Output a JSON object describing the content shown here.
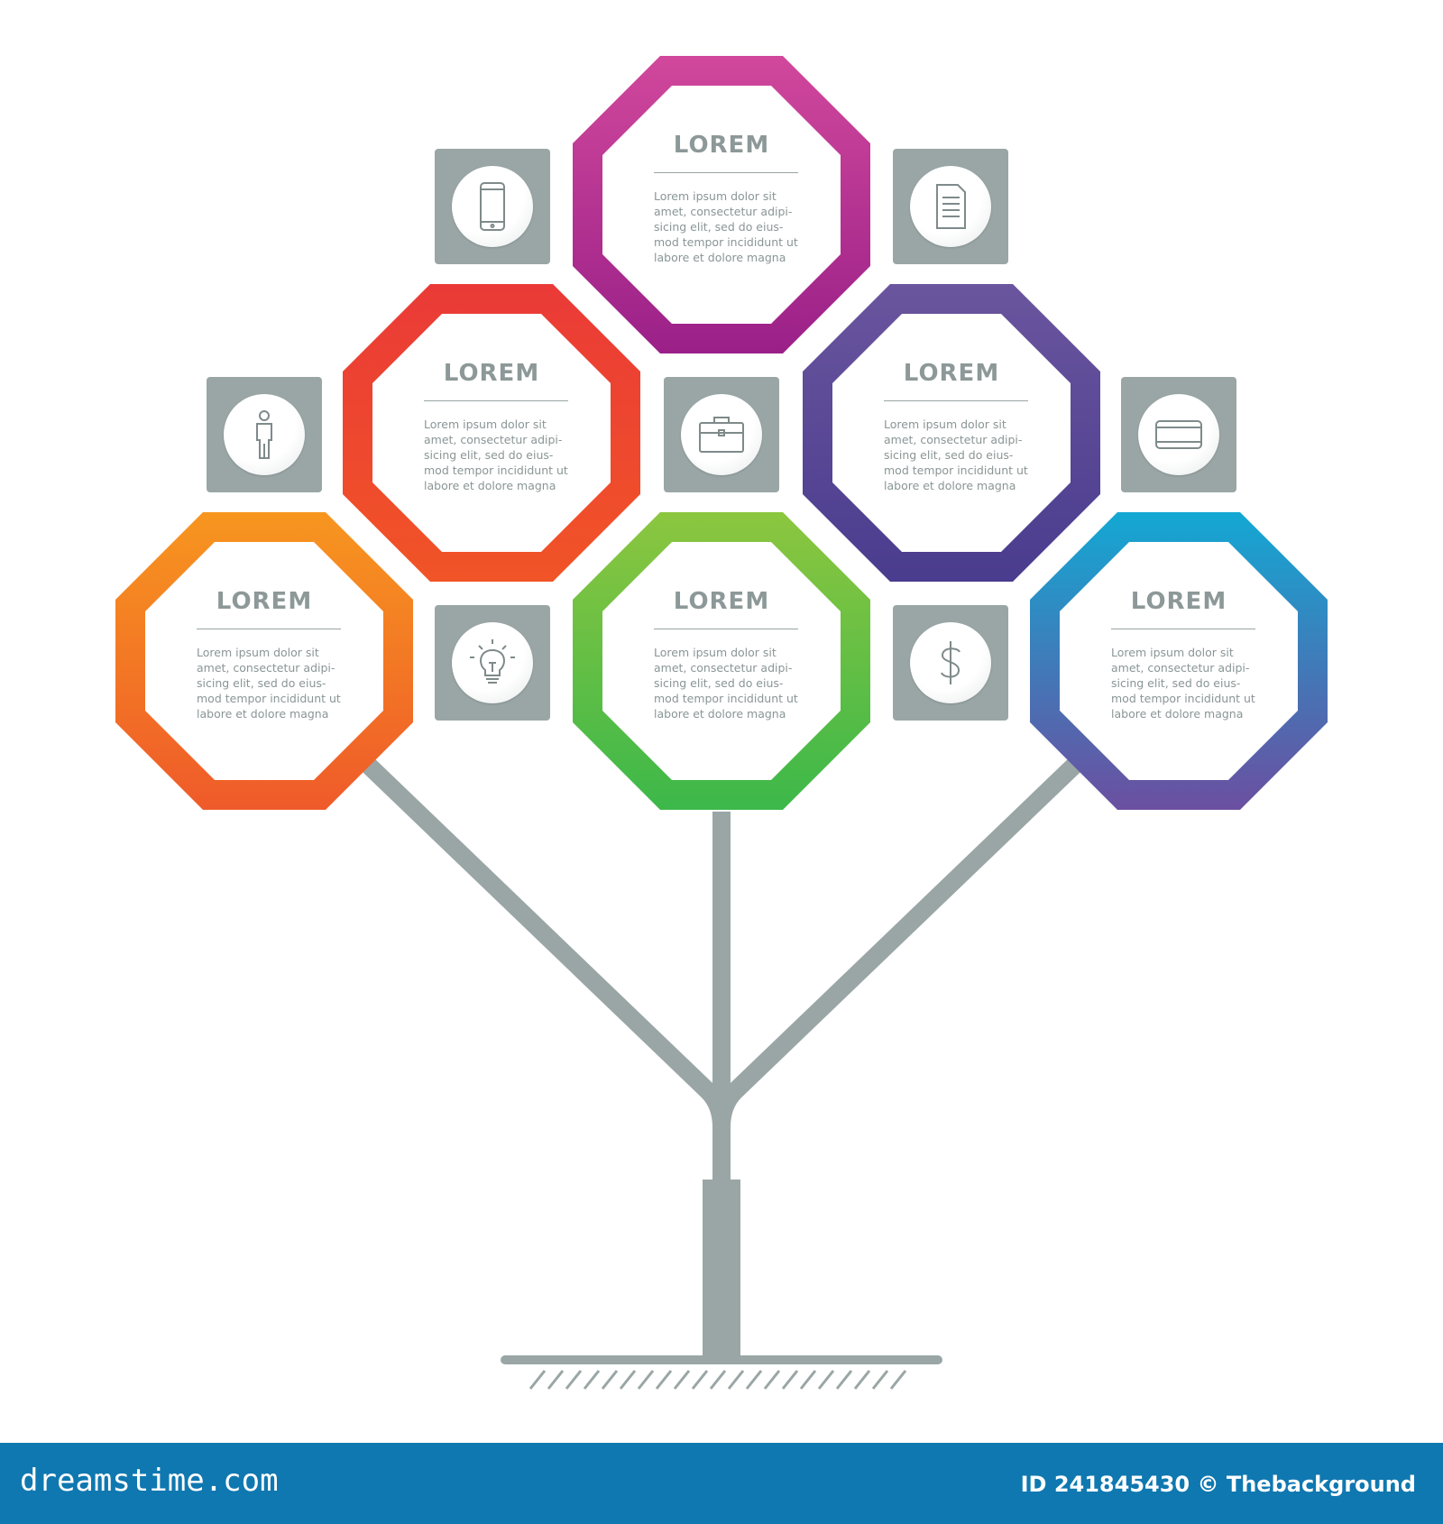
{
  "colors": {
    "stem": "#9aa6a6",
    "tile": "#9aa6a6",
    "title_text": "#8d9898",
    "body_text": "#8a9595",
    "footer_bg": "#0f78b0"
  },
  "nodes": [
    {
      "id": "top-center",
      "title": "LOREM",
      "body": "Lorem ipsum dolor sit amet, consectetur adipi-sicing elit, sed do eius-mod tempor incididunt ut labore et dolore magna",
      "gradient": [
        "#d1489c",
        "#9a2088"
      ]
    },
    {
      "id": "middle-left",
      "title": "LOREM",
      "body": "Lorem ipsum dolor sit amet, consectetur adipi-sicing elit, sed do eius-mod tempor incididunt ut labore et dolore magna",
      "gradient": [
        "#ea3a37",
        "#f15427"
      ]
    },
    {
      "id": "middle-right",
      "title": "LOREM",
      "body": "Lorem ipsum dolor sit amet, consectetur adipi-sicing elit, sed do eius-mod tempor incididunt ut labore et dolore magna",
      "gradient": [
        "#6a559e",
        "#4a3c8e"
      ]
    },
    {
      "id": "bottom-left",
      "title": "LOREM",
      "body": "Lorem ipsum dolor sit amet, consectetur adipi-sicing elit, sed do eius-mod tempor incididunt ut labore et dolore magna",
      "gradient": [
        "#f7961f",
        "#ef5a2a"
      ]
    },
    {
      "id": "bottom-center",
      "title": "LOREM",
      "body": "Lorem ipsum dolor sit amet, consectetur adipi-sicing elit, sed do eius-mod tempor incididunt ut labore et dolore magna",
      "gradient": [
        "#8cc63f",
        "#3cb84a"
      ]
    },
    {
      "id": "bottom-right",
      "title": "LOREM",
      "body": "Lorem ipsum dolor sit amet, consectetur adipi-sicing elit, sed do eius-mod tempor incididunt ut labore et dolore magna",
      "gradient": [
        "#13a8d3",
        "#6b4fa0"
      ]
    }
  ],
  "icons": [
    "smartphone-icon",
    "document-icon",
    "person-icon",
    "briefcase-icon",
    "tablet-icon",
    "lightbulb-icon",
    "dollar-icon"
  ],
  "footer": {
    "brand": "dreamstime.com",
    "credit": "ID 241845430 © Thebackground"
  }
}
